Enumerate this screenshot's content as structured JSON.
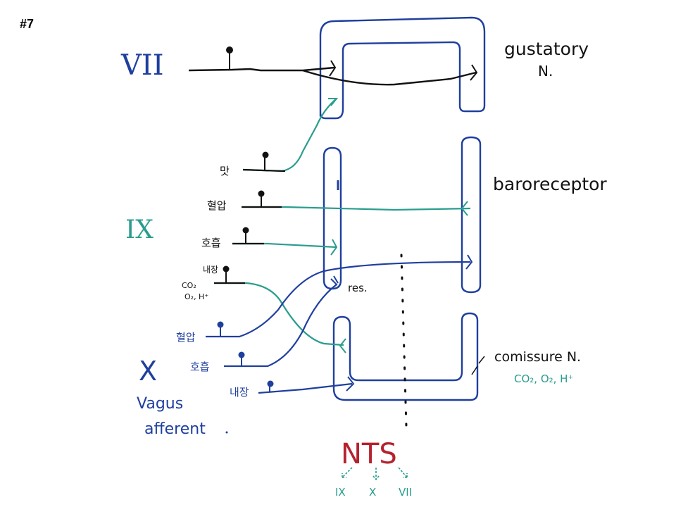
{
  "slide_number": "#7",
  "nerves": {
    "facial": "VII",
    "glossopharyngeal": "IX",
    "vagus": "X",
    "vagus_note_line1": "Vagus",
    "vagus_note_line2": "afferent"
  },
  "nucleus_labels": {
    "gustatory_line1": "gustatory",
    "gustatory_line2": "N.",
    "baroreceptor": "baroreceptor",
    "commissure": "comissure N.",
    "commissure_detail": "CO₂, O₂, H⁺",
    "respiratory": "res."
  },
  "ix_inputs": {
    "taste": "맛",
    "blood_pressure": "혈압",
    "respiration": "호흡",
    "visceral": "내장",
    "chemo_line1": "CO₂",
    "chemo_line2": "O₂, H⁺"
  },
  "x_inputs": {
    "blood_pressure": "혈압",
    "respiration": "호흡",
    "visceral": "내장"
  },
  "nts": {
    "title": "NTS",
    "outputs": [
      "IX",
      "X",
      "VII"
    ]
  },
  "colors": {
    "dark_blue": "#1f3f9e",
    "teal": "#2a9d8f",
    "black": "#111111",
    "red": "#b5222e"
  }
}
